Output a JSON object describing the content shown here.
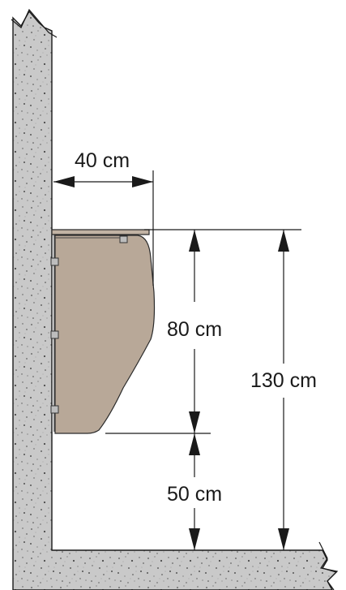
{
  "dimensions": {
    "width_label": "40 cm",
    "height_upper_label": "80 cm",
    "height_lower_label": "50 cm",
    "height_total_label": "130 cm"
  },
  "colors": {
    "concrete_fill": "#c9c9c9",
    "concrete_speckle": "#555555",
    "cabinet_fill": "#b8a898",
    "cabinet_stroke": "#2a2a2a",
    "shelf_fill": "#c2b3a4",
    "bracket_fill": "#bdbdbd",
    "line": "#1a1a1a"
  }
}
